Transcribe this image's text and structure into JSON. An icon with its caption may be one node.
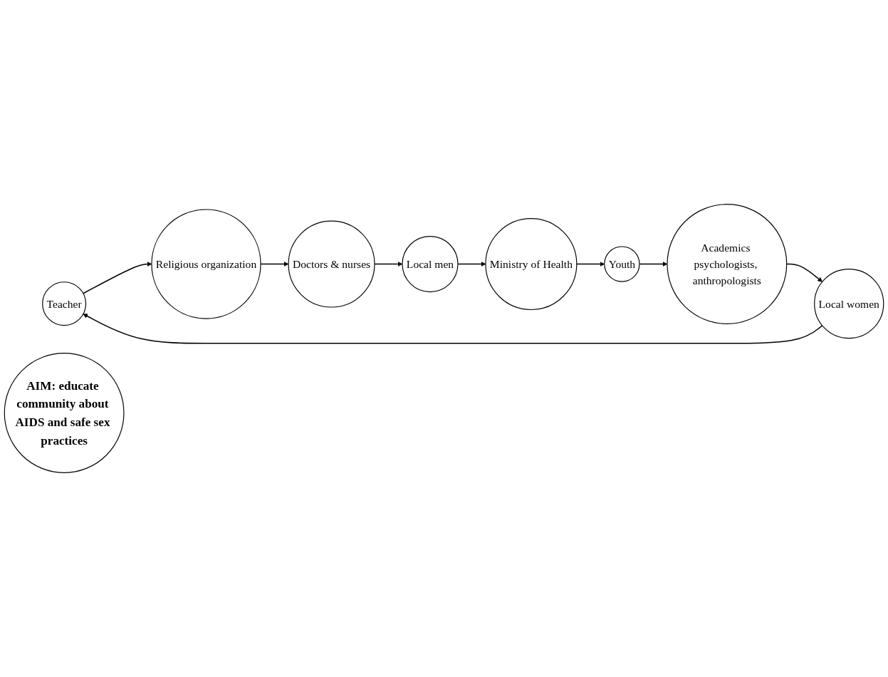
{
  "diagram": {
    "nodes": [
      {
        "text": [
          "Teacher"
        ]
      },
      {
        "text": [
          "Religious organization"
        ]
      },
      {
        "text": [
          "Doctors & nurses"
        ]
      },
      {
        "text": [
          "Local men"
        ]
      },
      {
        "text": [
          "Ministry of Health"
        ]
      },
      {
        "text": [
          "Youth"
        ]
      },
      {
        "text": [
          "Academics psychologists, anthropologists"
        ]
      },
      {
        "text": [
          "Local women"
        ]
      },
      {
        "text": [
          "AIM: educate community about AIDS and safe sex practices"
        ]
      }
    ],
    "edges": [
      {
        "from": 7,
        "to": 0,
        "arrow": "to"
      },
      {
        "from": 0,
        "to": 1,
        "arrow": "to"
      },
      {
        "from": 1,
        "to": 2,
        "arrow": "to"
      },
      {
        "from": 2,
        "to": 3,
        "arrow": "to"
      },
      {
        "from": 3,
        "to": 4,
        "arrow": "to"
      },
      {
        "from": 4,
        "to": 5,
        "arrow": "to"
      },
      {
        "from": 5,
        "to": 6,
        "arrow": "to"
      },
      {
        "from": 6,
        "to": 7,
        "arrow": "to"
      }
    ]
  }
}
